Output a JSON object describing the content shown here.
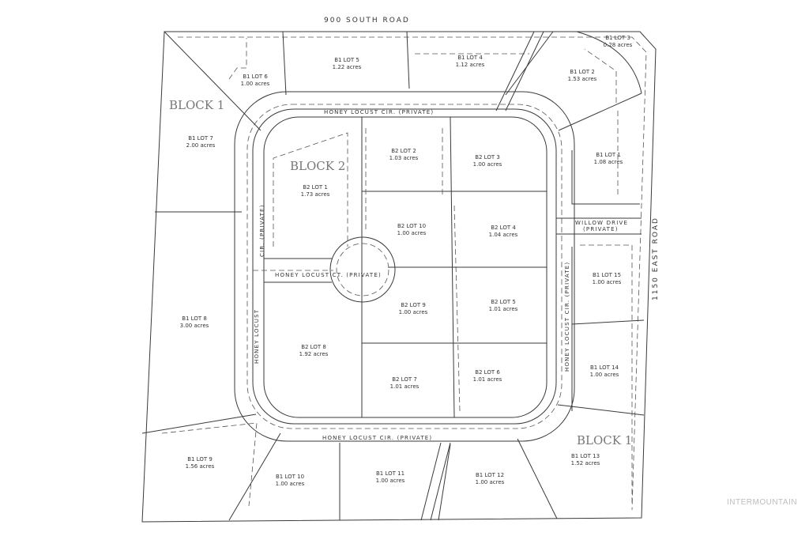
{
  "roads": {
    "south": "900 SOUTH ROAD",
    "east": "1150 EAST ROAD",
    "loop_top": "HONEY LOCUST CIR. (PRIVATE)",
    "loop_bottom": "HONEY LOCUST CIR. (PRIVATE)",
    "loop_left_a": "HONEY LOCUST",
    "loop_left_b": "CIR. (PRIVATE)",
    "loop_right": "HONEY LOCUST CIR. (PRIVATE)",
    "court": "HONEY LOCUST CT. (PRIVATE)",
    "willow_a": "WILLOW DRIVE",
    "willow_b": "(PRIVATE)"
  },
  "blocks": {
    "b1_top": "BLOCK 1",
    "b2": "BLOCK 2",
    "b1_bottom": "BLOCK 1"
  },
  "lots": [
    {
      "id": "b1-lot-1",
      "name": "B1 LOT 1",
      "area": "1.08 acres"
    },
    {
      "id": "b1-lot-2",
      "name": "B1 LOT 2",
      "area": "1.53 acres"
    },
    {
      "id": "b1-lot-3",
      "name": "B1 LOT 3",
      "area": "0.28 acres"
    },
    {
      "id": "b1-lot-4",
      "name": "B1 LOT 4",
      "area": "1.12 acres"
    },
    {
      "id": "b1-lot-5",
      "name": "B1 LOT 5",
      "area": "1.22 acres"
    },
    {
      "id": "b1-lot-6",
      "name": "B1 LOT 6",
      "area": "1.00 acres"
    },
    {
      "id": "b1-lot-7",
      "name": "B1 LOT 7",
      "area": "2.00 acres"
    },
    {
      "id": "b1-lot-8",
      "name": "B1 LOT 8",
      "area": "3.00 acres"
    },
    {
      "id": "b1-lot-9",
      "name": "B1 LOT 9",
      "area": "1.56 acres"
    },
    {
      "id": "b1-lot-10",
      "name": "B1 LOT 10",
      "area": "1.00 acres"
    },
    {
      "id": "b1-lot-11",
      "name": "B1 LOT 11",
      "area": "1.00 acres"
    },
    {
      "id": "b1-lot-12",
      "name": "B1 LOT 12",
      "area": "1.00 acres"
    },
    {
      "id": "b1-lot-13",
      "name": "B1 LOT 13",
      "area": "1.52 acres"
    },
    {
      "id": "b1-lot-14",
      "name": "B1 LOT 14",
      "area": "1.00 acres"
    },
    {
      "id": "b1-lot-15",
      "name": "B1 LOT 15",
      "area": "1.00 acres"
    },
    {
      "id": "b2-lot-1",
      "name": "B2 LOT 1",
      "area": "1.73 acres"
    },
    {
      "id": "b2-lot-2",
      "name": "B2 LOT 2",
      "area": "1.03 acres"
    },
    {
      "id": "b2-lot-3",
      "name": "B2 LOT 3",
      "area": "1.00 acres"
    },
    {
      "id": "b2-lot-4",
      "name": "B2 LOT 4",
      "area": "1.04 acres"
    },
    {
      "id": "b2-lot-5",
      "name": "B2 LOT 5",
      "area": "1.01 acres"
    },
    {
      "id": "b2-lot-6",
      "name": "B2 LOT 6",
      "area": "1.01 acres"
    },
    {
      "id": "b2-lot-7",
      "name": "B2 LOT 7",
      "area": "1.01 acres"
    },
    {
      "id": "b2-lot-8",
      "name": "B2 LOT 8",
      "area": "1.92 acres"
    },
    {
      "id": "b2-lot-9",
      "name": "B2 LOT 9",
      "area": "1.00 acres"
    },
    {
      "id": "b2-lot-10",
      "name": "B2 LOT 10",
      "area": "1.00 acres"
    }
  ],
  "watermark": "INTERMOUNTAIN"
}
